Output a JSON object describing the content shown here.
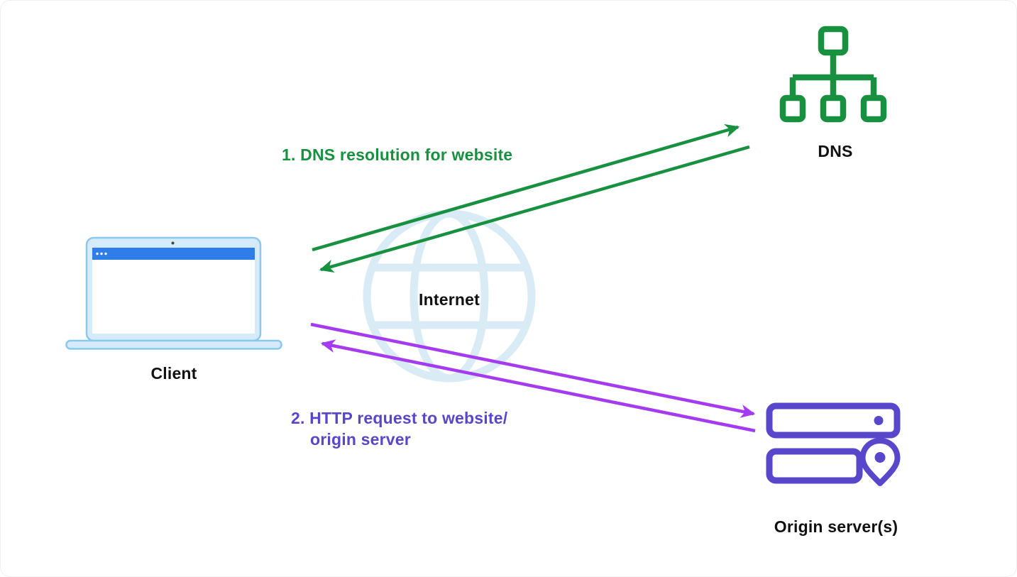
{
  "diagram": {
    "nodes": {
      "client": {
        "label": "Client"
      },
      "dns": {
        "label": "DNS"
      },
      "internet": {
        "label": "Internet"
      },
      "origin": {
        "label": "Origin server(s)"
      }
    },
    "flows": [
      {
        "id": "dns-resolution",
        "label": "1. DNS resolution for website",
        "color": "#17913f",
        "from": "client",
        "to": "dns",
        "direction": "bidirectional"
      },
      {
        "id": "http-request",
        "line1": "2. HTTP request to website/",
        "line2": "origin server",
        "color": "#a43bf0",
        "from": "client",
        "to": "origin",
        "direction": "bidirectional"
      }
    ],
    "colors": {
      "green": "#17913f",
      "purple": "#a43bf0",
      "indigo": "#5847cb",
      "laptop-bar": "#2e7de9",
      "laptop-fill": "#d5ebf9",
      "laptop-stroke": "#8cc7ec",
      "globe": "#d9ecf6",
      "text": "#111111"
    }
  }
}
